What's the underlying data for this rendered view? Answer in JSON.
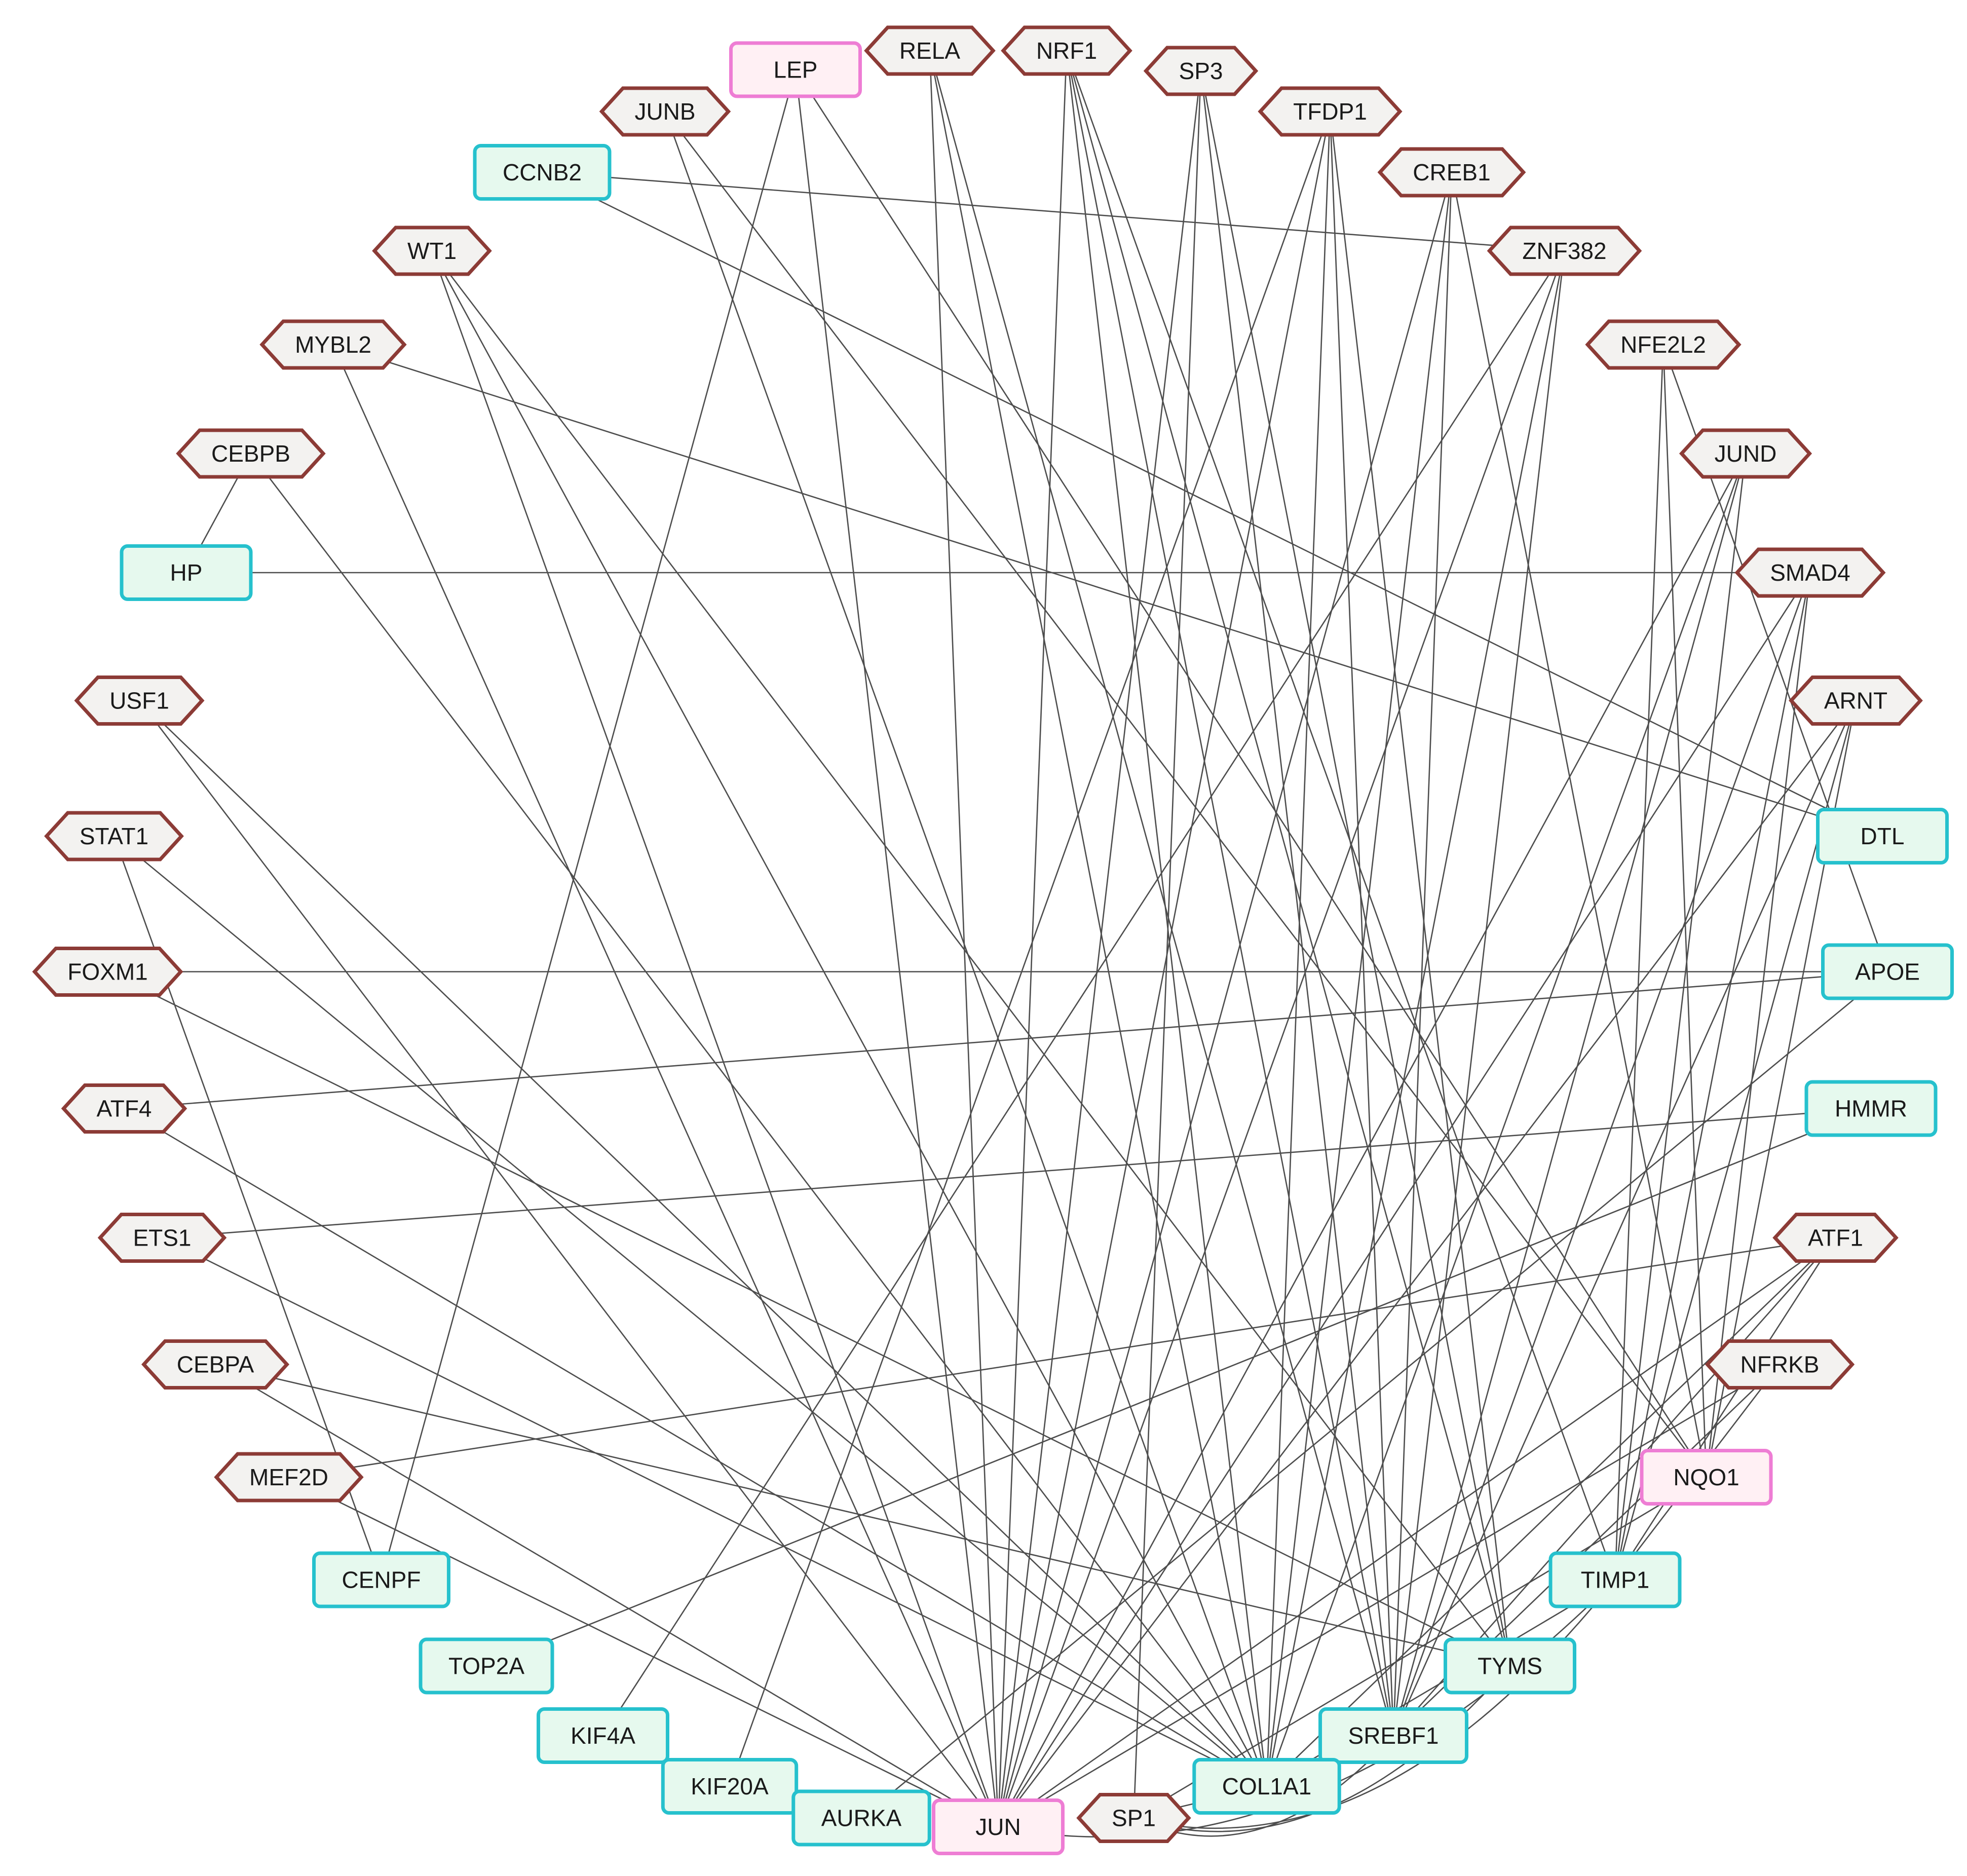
{
  "colors": {
    "tf_fill": "#f3f2f0",
    "tf_stroke": "#8c3b36",
    "gene_fill": "#e6f9ee",
    "gene_stroke": "#26c1cd",
    "hub_fill": "#fff0f4",
    "hub_stroke": "#ee7dd4",
    "edge": "#4d4d4d"
  },
  "node_types": {
    "tf": "transcription factor (hexagon)",
    "gene": "target gene (rounded rectangle)",
    "hub": "highlighted gene (pink rounded rectangle)"
  },
  "nodes": [
    {
      "id": "LEP",
      "type": "hub"
    },
    {
      "id": "RELA",
      "type": "tf"
    },
    {
      "id": "NRF1",
      "type": "tf"
    },
    {
      "id": "SP3",
      "type": "tf"
    },
    {
      "id": "TFDP1",
      "type": "tf"
    },
    {
      "id": "JUNB",
      "type": "tf"
    },
    {
      "id": "CCNB2",
      "type": "gene"
    },
    {
      "id": "CREB1",
      "type": "tf"
    },
    {
      "id": "ZNF382",
      "type": "tf"
    },
    {
      "id": "WT1",
      "type": "tf"
    },
    {
      "id": "MYBL2",
      "type": "tf"
    },
    {
      "id": "NFE2L2",
      "type": "tf"
    },
    {
      "id": "CEBPB",
      "type": "tf"
    },
    {
      "id": "JUND",
      "type": "tf"
    },
    {
      "id": "HP",
      "type": "gene"
    },
    {
      "id": "SMAD4",
      "type": "tf"
    },
    {
      "id": "USF1",
      "type": "tf"
    },
    {
      "id": "ARNT",
      "type": "tf"
    },
    {
      "id": "STAT1",
      "type": "tf"
    },
    {
      "id": "DTL",
      "type": "gene"
    },
    {
      "id": "FOXM1",
      "type": "tf"
    },
    {
      "id": "APOE",
      "type": "gene"
    },
    {
      "id": "ATF4",
      "type": "tf"
    },
    {
      "id": "HMMR",
      "type": "gene"
    },
    {
      "id": "ETS1",
      "type": "tf"
    },
    {
      "id": "ATF1",
      "type": "tf"
    },
    {
      "id": "CEBPA",
      "type": "tf"
    },
    {
      "id": "NFRKB",
      "type": "tf"
    },
    {
      "id": "MEF2D",
      "type": "tf"
    },
    {
      "id": "NQO1",
      "type": "hub"
    },
    {
      "id": "CENPF",
      "type": "gene"
    },
    {
      "id": "TIMP1",
      "type": "gene"
    },
    {
      "id": "TOP2A",
      "type": "gene"
    },
    {
      "id": "TYMS",
      "type": "gene"
    },
    {
      "id": "KIF4A",
      "type": "gene"
    },
    {
      "id": "SREBF1",
      "type": "gene"
    },
    {
      "id": "KIF20A",
      "type": "gene"
    },
    {
      "id": "COL1A1",
      "type": "gene"
    },
    {
      "id": "AURKA",
      "type": "gene"
    },
    {
      "id": "JUN",
      "type": "hub"
    },
    {
      "id": "SP1",
      "type": "tf"
    }
  ],
  "edges": [
    [
      "LEP",
      "JUN"
    ],
    [
      "LEP",
      "CENPF"
    ],
    [
      "LEP",
      "NQO1"
    ],
    [
      "RELA",
      "JUN"
    ],
    [
      "RELA",
      "COL1A1"
    ],
    [
      "RELA",
      "SREBF1"
    ],
    [
      "NRF1",
      "JUN"
    ],
    [
      "NRF1",
      "COL1A1"
    ],
    [
      "NRF1",
      "SREBF1"
    ],
    [
      "NRF1",
      "TYMS"
    ],
    [
      "NRF1",
      "TIMP1"
    ],
    [
      "SP3",
      "JUN"
    ],
    [
      "SP3",
      "SP1"
    ],
    [
      "SP3",
      "SREBF1"
    ],
    [
      "SP3",
      "TYMS"
    ],
    [
      "TFDP1",
      "JUN"
    ],
    [
      "TFDP1",
      "COL1A1"
    ],
    [
      "TFDP1",
      "SREBF1"
    ],
    [
      "TFDP1",
      "TYMS"
    ],
    [
      "JUNB",
      "NQO1"
    ],
    [
      "JUNB",
      "COL1A1"
    ],
    [
      "CCNB2",
      "ZNF382"
    ],
    [
      "CCNB2",
      "DTL"
    ],
    [
      "CREB1",
      "JUN"
    ],
    [
      "CREB1",
      "COL1A1"
    ],
    [
      "CREB1",
      "SREBF1"
    ],
    [
      "CREB1",
      "NQO1"
    ],
    [
      "ZNF382",
      "JUN"
    ],
    [
      "ZNF382",
      "COL1A1"
    ],
    [
      "ZNF382",
      "SREBF1"
    ],
    [
      "WT1",
      "JUN"
    ],
    [
      "WT1",
      "COL1A1"
    ],
    [
      "WT1",
      "TYMS"
    ],
    [
      "MYBL2",
      "DTL"
    ],
    [
      "MYBL2",
      "JUN"
    ],
    [
      "NFE2L2",
      "TIMP1"
    ],
    [
      "NFE2L2",
      "NQO1"
    ],
    [
      "NFE2L2",
      "APOE"
    ],
    [
      "CEBPB",
      "HP"
    ],
    [
      "CEBPB",
      "COL1A1"
    ],
    [
      "JUND",
      "JUN"
    ],
    [
      "JUND",
      "COL1A1"
    ],
    [
      "JUND",
      "SREBF1"
    ],
    [
      "JUND",
      "TIMP1"
    ],
    [
      "HP",
      "SMAD4"
    ],
    [
      "SMAD4",
      "JUN"
    ],
    [
      "SMAD4",
      "SREBF1"
    ],
    [
      "SMAD4",
      "TIMP1"
    ],
    [
      "SMAD4",
      "NQO1"
    ],
    [
      "USF1",
      "JUN"
    ],
    [
      "USF1",
      "COL1A1"
    ],
    [
      "ARNT",
      "JUN"
    ],
    [
      "ARNT",
      "SREBF1"
    ],
    [
      "ARNT",
      "TIMP1"
    ],
    [
      "ARNT",
      "NQO1"
    ],
    [
      "STAT1",
      "CENPF"
    ],
    [
      "STAT1",
      "COL1A1"
    ],
    [
      "FOXM1",
      "APOE"
    ],
    [
      "FOXM1",
      "TYMS"
    ],
    [
      "ATF4",
      "APOE"
    ],
    [
      "ATF4",
      "COL1A1"
    ],
    [
      "ETS1",
      "HMMR"
    ],
    [
      "ETS1",
      "COL1A1"
    ],
    [
      "ATF1",
      "JUN"
    ],
    [
      "ATF1",
      "COL1A1"
    ],
    [
      "ATF1",
      "SREBF1"
    ],
    [
      "ATF1",
      "TIMP1"
    ],
    [
      "CEBPA",
      "TYMS"
    ],
    [
      "CEBPA",
      "JUN"
    ],
    [
      "NFRKB",
      "JUN"
    ],
    [
      "NFRKB",
      "SREBF1"
    ],
    [
      "NFRKB",
      "TIMP1"
    ],
    [
      "MEF2D",
      "JUN"
    ],
    [
      "MEF2D",
      "ATF1"
    ],
    [
      "TOP2A",
      "HMMR"
    ],
    [
      "KIF4A",
      "ZNF382"
    ],
    [
      "KIF20A",
      "TFDP1"
    ],
    [
      "AURKA",
      "APOE"
    ],
    [
      "SP1",
      "COL1A1"
    ],
    [
      "SP1",
      "SREBF1"
    ],
    [
      "SP1",
      "TYMS"
    ],
    [
      "SP1",
      "TIMP1"
    ],
    [
      "SP1",
      "NQO1"
    ],
    [
      "COL1A1",
      "SREBF1"
    ],
    [
      "COL1A1",
      "TIMP1"
    ],
    [
      "JUN",
      "TIMP1"
    ]
  ],
  "curved_edges": [
    [
      "SP1",
      "SREBF1"
    ],
    [
      "SP1",
      "TYMS"
    ],
    [
      "SP1",
      "TIMP1"
    ],
    [
      "JUN",
      "TIMP1"
    ]
  ]
}
